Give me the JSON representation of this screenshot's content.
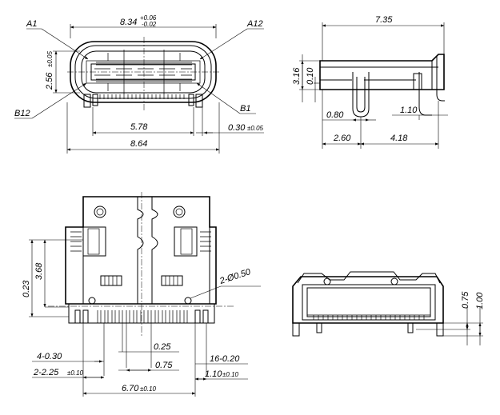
{
  "front_view": {
    "width_top": "8.34",
    "tol_plus": "+0.06",
    "tol_minus": "-0.02",
    "pin_a1": "A1",
    "pin_a12": "A12",
    "pin_b12": "B12",
    "pin_b1": "B1",
    "height": "2.56",
    "height_tol": "±0.05",
    "span_578": "5.78",
    "pin_030": "0.30",
    "pin_030_tol": "±0.05",
    "width_bottom": "8.64"
  },
  "side_view": {
    "length": "7.35",
    "h316": "3.16",
    "h010": "0.10",
    "d080": "0.80",
    "d110": "1.10",
    "d260": "2.60",
    "d418": "4.18"
  },
  "top_view": {
    "h023": "0.23",
    "h368": "3.68",
    "hole": "2-Ø0.50",
    "p4030": "4-0.30",
    "p025": "0.25",
    "p16020": "16-0.20",
    "p2225": "2-2.25",
    "p2225_tol": "±0.10",
    "p075": "0.75",
    "p110": "1.10",
    "p110_tol": "±0.10",
    "p670": "6.70",
    "p670_tol": "±0.10"
  },
  "rear_view": {
    "h075": "0.75",
    "h100": "1.00"
  }
}
